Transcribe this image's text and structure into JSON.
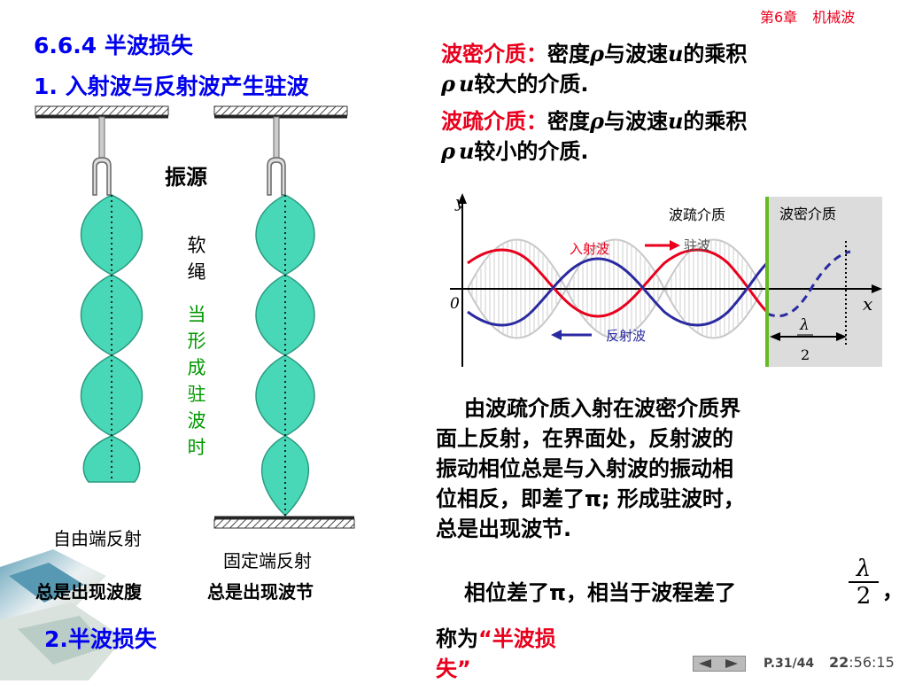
{
  "header": {
    "chapter": "第6章",
    "chapter_title": "机械波"
  },
  "heading": {
    "section": "6.6.4 半波损失",
    "subsection": "1. 入射波与反射波产生驻波"
  },
  "definitions": {
    "dense_term": "波密介质：",
    "dense_a": "密度",
    "dense_rho": "ρ",
    "dense_b": "与波速",
    "dense_u": "u",
    "dense_c": "的乘积",
    "dense_line2_rho": "ρ",
    "dense_line2_u": "u",
    "dense_line2_text": "较大的介质.",
    "sparse_term": "波疏介质：",
    "sparse_a": "密度",
    "sparse_rho": "ρ",
    "sparse_b": "与波速",
    "sparse_u": "u",
    "sparse_c": "的乘积",
    "sparse_line2_rho": "ρ",
    "sparse_line2_u": "u",
    "sparse_line2_text": "较小的介质."
  },
  "experiment": {
    "source_label": "振源",
    "rope_label": [
      "软",
      "绳"
    ],
    "when_label": [
      "当",
      "形",
      "成",
      "驻",
      "波",
      "时"
    ],
    "free_end_label": "自由端反射",
    "fixed_end_label": "固定端反射",
    "free_end_result": "总是出现波腹",
    "fixed_end_result": "总是出现波节"
  },
  "figure": {
    "y_axis": "y",
    "x_axis": "x",
    "origin": "0",
    "sparse_medium": "波疏介质",
    "dense_medium": "波密介质",
    "incident_wave": "入射波",
    "standing_wave": "驻波",
    "reflected_wave": "反射波",
    "lambda": "λ",
    "two": "2",
    "colors": {
      "incident": "#e8001c",
      "reflected": "#2a2aa0",
      "boundary": "#66bb22",
      "rope": "#48d8b8"
    }
  },
  "explanation": {
    "para1": [
      "由波疏介质入射在波密介质界",
      "面上反射，在界面处，反射波的",
      "振动相位总是与入射波的振动相",
      "位相反，即差了π; 形成驻波时，",
      "总是出现波节."
    ],
    "para2": "相位差了π，相当于波程差了",
    "frac_num": "λ",
    "frac_den": "2",
    "trailing": "，",
    "called": "称为",
    "quote_line1": "“半波损",
    "quote_line2": "失”"
  },
  "section2": "2.半波损失",
  "footer": {
    "page": "P.31/44",
    "time_hh": "22",
    "time_rest": ":56:15"
  }
}
